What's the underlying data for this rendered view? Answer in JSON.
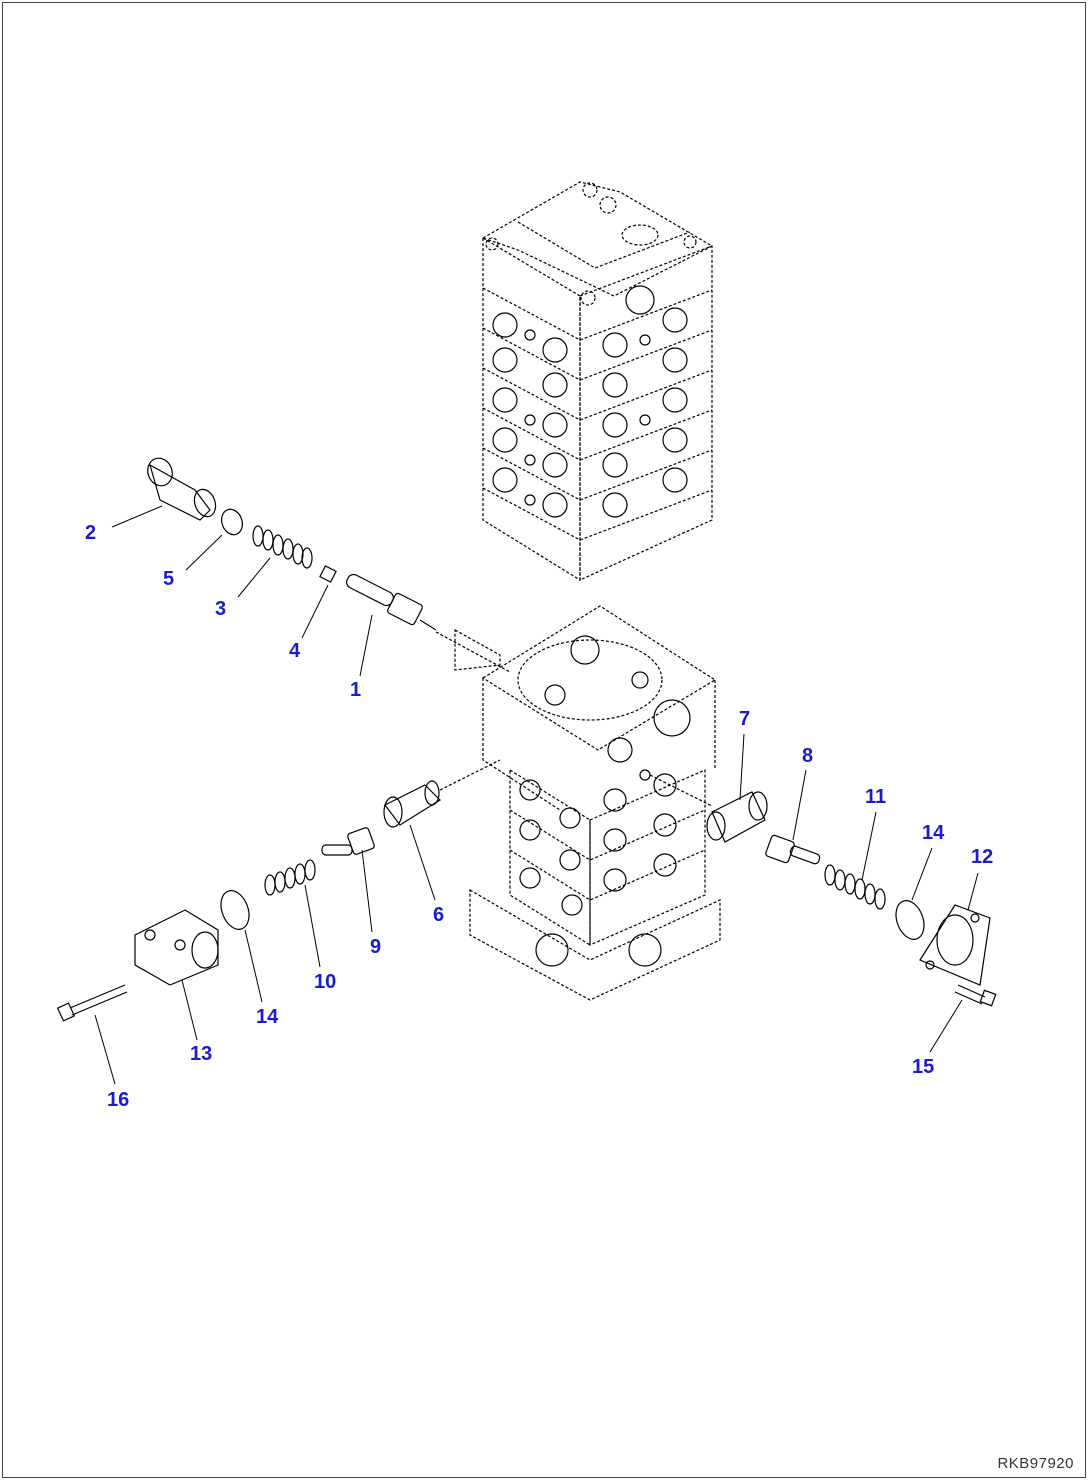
{
  "callouts": [
    {
      "id": "c1",
      "label": "1"
    },
    {
      "id": "c2",
      "label": "2"
    },
    {
      "id": "c3",
      "label": "3"
    },
    {
      "id": "c4",
      "label": "4"
    },
    {
      "id": "c5",
      "label": "5"
    },
    {
      "id": "c6",
      "label": "6"
    },
    {
      "id": "c7",
      "label": "7"
    },
    {
      "id": "c8",
      "label": "8"
    },
    {
      "id": "c9",
      "label": "9"
    },
    {
      "id": "c10",
      "label": "10"
    },
    {
      "id": "c11",
      "label": "11"
    },
    {
      "id": "c12",
      "label": "12"
    },
    {
      "id": "c13",
      "label": "13"
    },
    {
      "id": "c14a",
      "label": "14"
    },
    {
      "id": "c14b",
      "label": "14"
    },
    {
      "id": "c15",
      "label": "15"
    },
    {
      "id": "c16",
      "label": "16"
    }
  ],
  "reference_code": "RKB97920",
  "colors": {
    "callout": "#1a1ad0",
    "line": "#000000"
  }
}
